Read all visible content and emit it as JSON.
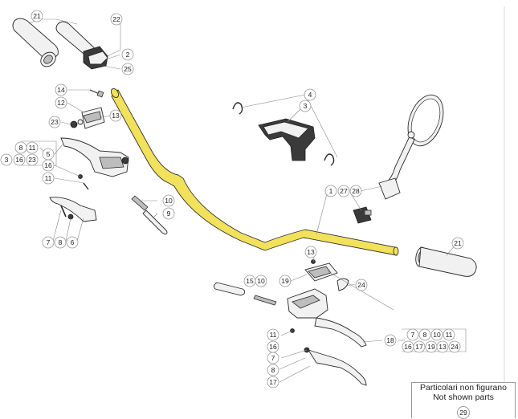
{
  "colors": {
    "handlebar": "#f2e15a",
    "handlebar_outline": "#333333",
    "parts_outline": "#2b2b2b",
    "callout_border": "#9a9a9a"
  },
  "callouts": {
    "c21a": "21",
    "c22": "22",
    "c2": "2",
    "c25": "25",
    "c14": "14",
    "c12": "12",
    "c13a": "13",
    "c23a": "23",
    "c8a": "8",
    "c11a": "11",
    "c5": "5",
    "c16a": "16",
    "c23b": "23",
    "c3edge": "3",
    "c16b": "16",
    "c11b": "11",
    "c10a": "10",
    "c9": "9",
    "c7a": "7",
    "c8b": "8",
    "c6": "6",
    "c4": "4",
    "c3": "3",
    "c1": "1",
    "c27": "27",
    "c28": "28",
    "c21b": "21",
    "c13b": "13",
    "c19a": "19",
    "c24a": "24",
    "c15": "15",
    "c10b": "10",
    "c11c": "11",
    "c16c": "16",
    "c7b": "7",
    "c8c": "8",
    "c17a": "17",
    "c18": "18",
    "g7": "7",
    "g8": "8",
    "g10": "10",
    "g11": "11",
    "g16": "16",
    "g17": "17",
    "g19": "19",
    "g13": "13",
    "g24": "24"
  },
  "note": {
    "line1": "Particolari non figurano",
    "line2": "Not shown parts",
    "number": "29"
  }
}
